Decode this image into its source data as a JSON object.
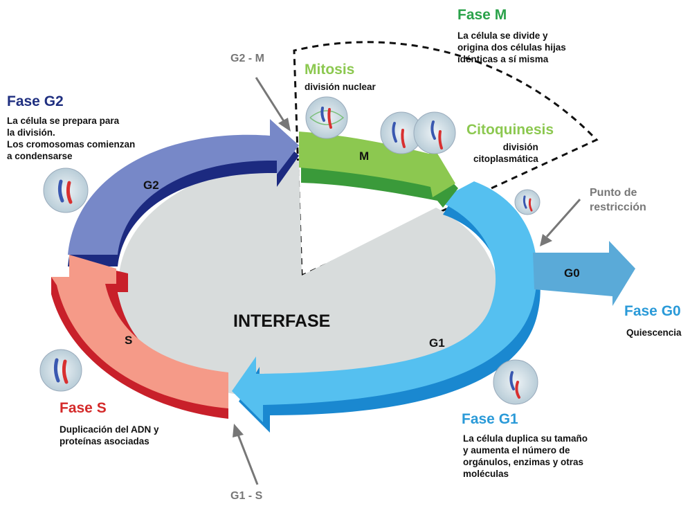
{
  "center_label": "INTERFASE",
  "segments": {
    "g2": "G2",
    "s": "S",
    "g1": "G1",
    "m": "M",
    "g0": "G0"
  },
  "checkpoints": {
    "g2m": "G2 - M",
    "g1s": "G1 - S",
    "restriction": "Punto de\nrestricción"
  },
  "phases": {
    "m": {
      "title": "Fase M",
      "desc": "La célula se divide y\norigina dos células hijas\nidénticas a sí misma"
    },
    "g2": {
      "title": "Fase G2",
      "desc": "La célula se prepara para\nla división.\nLos cromosomas comienzan\na condensarse"
    },
    "s": {
      "title": "Fase S",
      "desc": "Duplicación del ADN y\nproteínas asociadas"
    },
    "g1": {
      "title": "Fase G1",
      "desc": "La célula duplica su tamaño\ny aumenta el número de\norgánulos, enzimas y otras\nmoléculas"
    },
    "g0": {
      "title": "Fase G0",
      "desc": "Quiescencia"
    }
  },
  "mitosis": {
    "title": "Mitosis",
    "desc": "división nuclear"
  },
  "cytokinesis": {
    "title": "Citoquinesis",
    "desc": "división\ncitoplasmática"
  },
  "colors": {
    "g2": "#7788c8",
    "g2_dark": "#1c2a80",
    "s": "#f59a88",
    "s_dark": "#c8202a",
    "g1": "#55c0f0",
    "g1_dark": "#1a88d0",
    "m": "#8cc850",
    "m_dark": "#3a9a3a",
    "g0": "#5aaad8",
    "interphase_fill": "#d8dcdc",
    "title_m": "#2aa24a",
    "title_g2": "#1f2f80",
    "title_s": "#d42a2a",
    "title_g1": "#2a9ad8",
    "title_g0": "#2a9ad8",
    "title_mitosis": "#8cc850"
  }
}
